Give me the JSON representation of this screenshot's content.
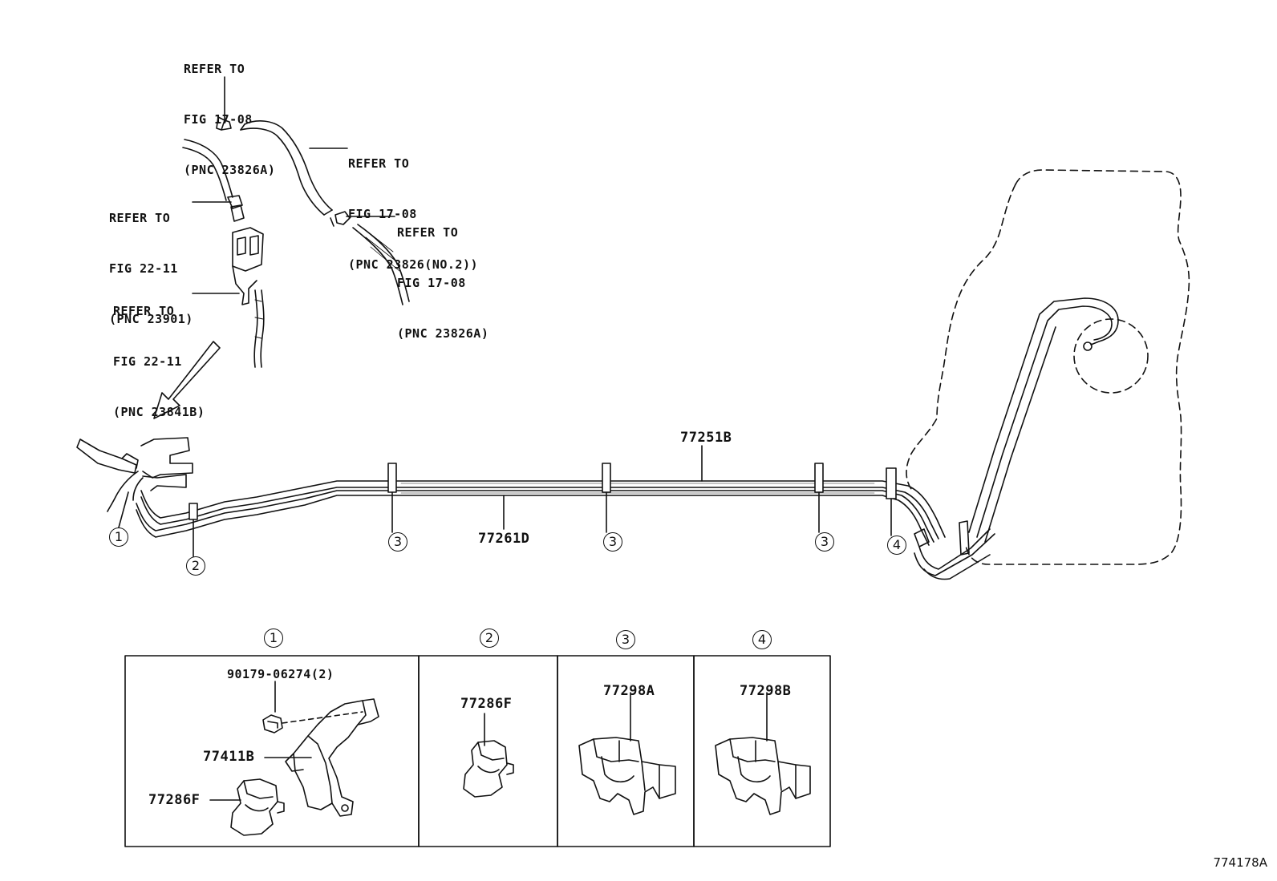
{
  "references": [
    {
      "id": "r1",
      "lines": [
        "REFER TO",
        "FIG 17-08",
        "(PNC 23826A)"
      ]
    },
    {
      "id": "r2",
      "lines": [
        "REFER TO",
        "FIG 17-08",
        "(PNC 23826(NO.2))"
      ]
    },
    {
      "id": "r3",
      "lines": [
        "REFER TO",
        "FIG 22-11",
        "(PNC 23901)"
      ]
    },
    {
      "id": "r4",
      "lines": [
        "REFER TO",
        "FIG 17-08",
        "(PNC 23826A)"
      ]
    },
    {
      "id": "r5",
      "lines": [
        "REFER TO",
        "FIG 22-11",
        "(PNC 23841B)"
      ]
    }
  ],
  "main_parts": {
    "upper_tube": "77251B",
    "lower_tube": "77261D"
  },
  "callouts": {
    "c1": "1",
    "c2": "2",
    "c3": "3",
    "c4": "4"
  },
  "detail_boxes": {
    "box1": {
      "callout": "1",
      "bolt": "90179-06274(2)",
      "bracket": "77411B",
      "clamp": "77286F"
    },
    "box2": {
      "callout": "2",
      "clamp": "77286F"
    },
    "box3": {
      "callout": "3",
      "clamp": "77298A"
    },
    "box4": {
      "callout": "4",
      "clamp": "77298B"
    }
  },
  "illustration_code": "774178A"
}
